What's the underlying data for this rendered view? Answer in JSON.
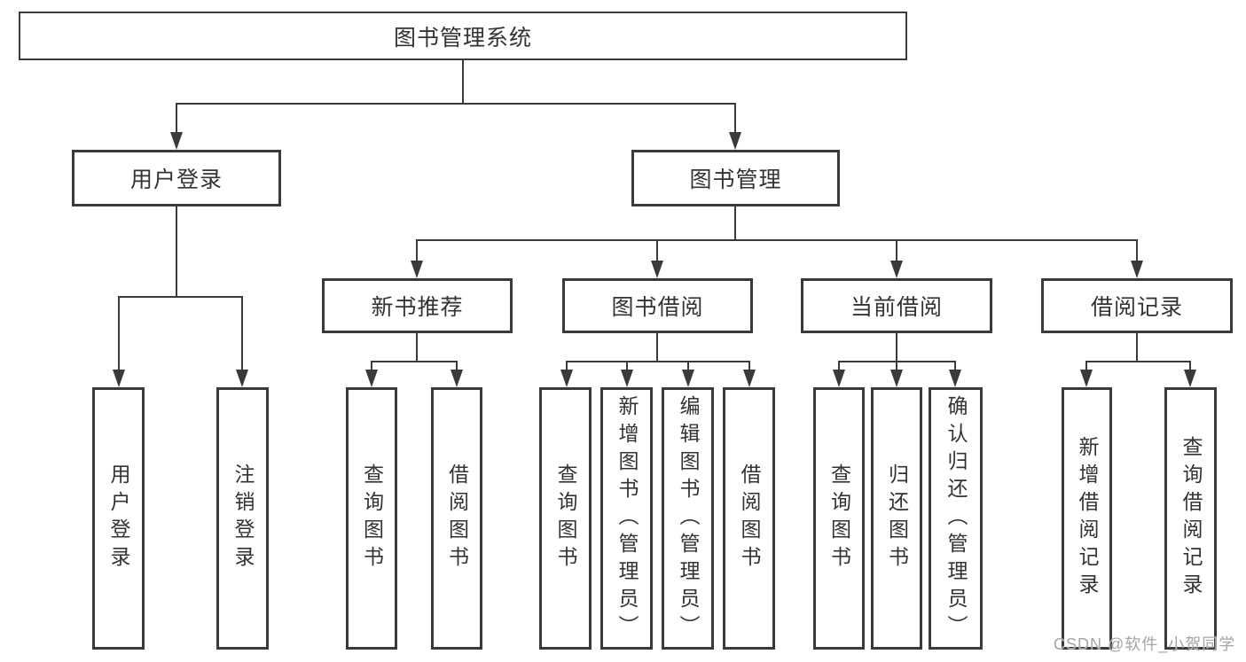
{
  "watermark": "CSDN @软件_小贺同学",
  "tree": {
    "root": {
      "label": "图书管理系统"
    },
    "branches": [
      {
        "label": "用户登录",
        "leaves": [
          {
            "label": "用户登录"
          },
          {
            "label": "注销登录"
          }
        ]
      },
      {
        "label": "图书管理",
        "groups": [
          {
            "label": "新书推荐",
            "leaves": [
              {
                "label": "查询图书"
              },
              {
                "label": "借阅图书"
              }
            ]
          },
          {
            "label": "图书借阅",
            "leaves": [
              {
                "label": "查询图书"
              },
              {
                "label": "新增图书（管理员）"
              },
              {
                "label": "编辑图书（管理员）"
              },
              {
                "label": "借阅图书"
              }
            ]
          },
          {
            "label": "当前借阅",
            "leaves": [
              {
                "label": "查询图书"
              },
              {
                "label": "归还图书"
              },
              {
                "label": "确认归还（管理员）"
              }
            ]
          },
          {
            "label": "借阅记录",
            "leaves": [
              {
                "label": "新增借阅记录"
              },
              {
                "label": "查询借阅记录"
              }
            ]
          }
        ]
      }
    ]
  }
}
